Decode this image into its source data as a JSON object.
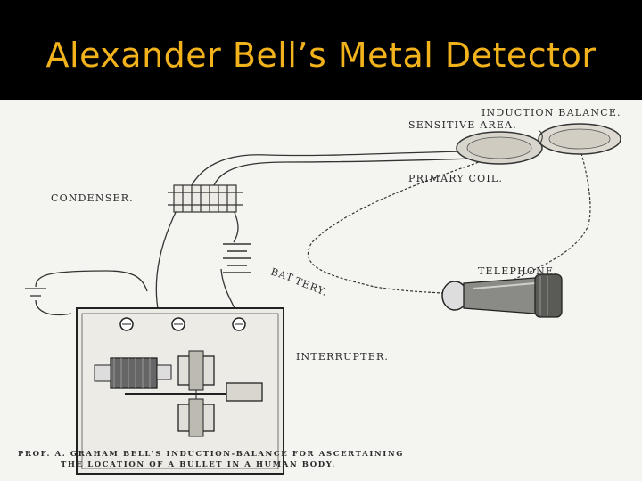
{
  "slide": {
    "title": "Alexander Bell’s Metal Detector"
  },
  "diagram": {
    "labels": {
      "induction_balance": "INDUCTION BALANCE.",
      "sensitive_area": "SENSITIVE AREA.",
      "primary_coil": "PRIMARY COIL.",
      "condenser": "CONDENSER.",
      "battery_1": "BAT",
      "battery_2": "TERY.",
      "telephone": "TELEPHONE.",
      "interrupter": "INTERRUPTER."
    },
    "caption": {
      "line1": "PROF. A. GRAHAM BELL'S INDUCTION-BALANCE FOR ASCERTAINING",
      "line2": "THE LOCATION OF A BULLET IN A HUMAN BODY."
    }
  }
}
